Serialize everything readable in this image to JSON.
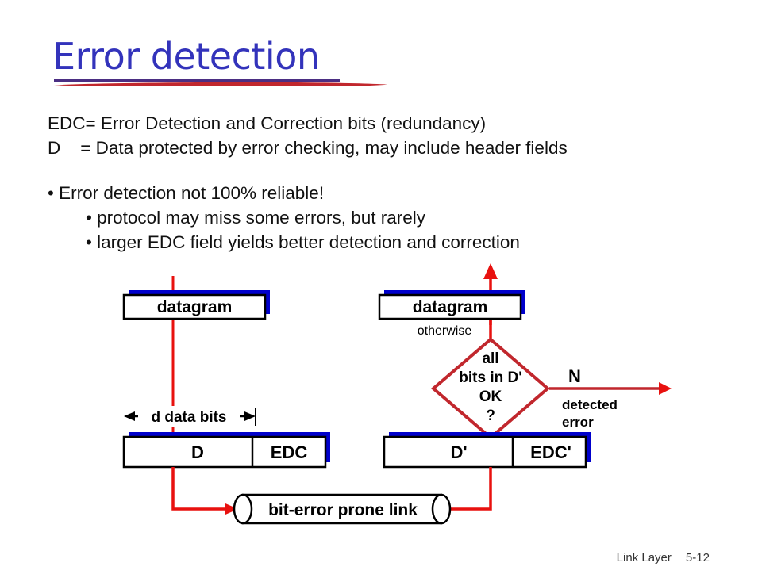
{
  "slide": {
    "title": "Error detection",
    "title_color": "#3333BB",
    "underline_color": "#4B2E83",
    "stroke_color": "#C1272D",
    "accent_red": "#E8110F",
    "accent_blue": "#0000CC"
  },
  "body": {
    "lines": [
      {
        "indent": 0,
        "text": "EDC= Error Detection and Correction bits (redundancy)"
      },
      {
        "indent": 0,
        "text": "D    = Data protected by error checking, may include header fields"
      },
      {
        "indent": 0,
        "text": ""
      },
      {
        "indent": 0,
        "text": "• Error detection not 100% reliable!"
      },
      {
        "indent": 1,
        "text": "• protocol may miss some errors, but rarely"
      },
      {
        "indent": 1,
        "text": "• larger EDC field yields better detection and correction"
      }
    ]
  },
  "diagram": {
    "left": {
      "datagram_label": "datagram",
      "measure_label": "d data bits",
      "field_d": "D",
      "field_edc": "EDC"
    },
    "right": {
      "datagram_label": "datagram",
      "otherwise_label": "otherwise",
      "decision_line1": "all",
      "decision_line2": "bits in D'",
      "decision_line3": "OK",
      "decision_line4": "?",
      "branch_label": "N",
      "branch_sub1": "detected",
      "branch_sub2": "error",
      "field_d": "D'",
      "field_edc": "EDC'"
    },
    "link": {
      "label": "bit-error prone link",
      "cap_left": "(",
      "cap_right": ")"
    }
  },
  "footer": {
    "course": "Link Layer",
    "page": "5-12"
  }
}
